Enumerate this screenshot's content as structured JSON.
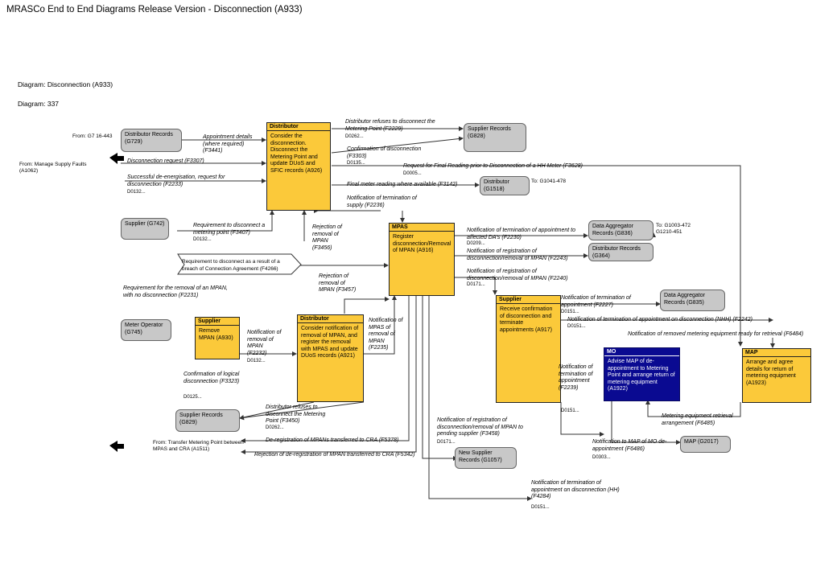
{
  "window_title": "MRASCo End to End Diagrams Release Version - Disconnection (A933)",
  "diagram_name": "Diagram: Disconnection (A933)",
  "diagram_number": "Diagram: 337",
  "process_boxes": {
    "distributor": {
      "role": "Distributor",
      "name": "Consider the disconnection. Disconnect the Metering Point and update DUoS and SFIC records (A926)"
    },
    "mpas": {
      "role": "MPAS",
      "name": "Register disconnection/Removal of MPAN (A916)"
    },
    "supplier_remove": {
      "role": "Supplier",
      "name": "Remove MPAN (A930)"
    },
    "distributor_notification": {
      "role": "Distributor",
      "name": "Consider notification of removal of MPAN, and register the removal with MPAS and update DUoS records (A921)"
    },
    "supplier_receive": {
      "role": "Supplier",
      "name": "Receive confirmation of disconnection and terminate appointments (A917)"
    },
    "mo": {
      "role": "MO",
      "name": "Advise MAP of de-appointment to Metering Point and arrange return of metering equipment (A1922)"
    },
    "map": {
      "role": "MAP",
      "name": "Arrange and agree details for return of metering equipment (A1923)"
    }
  },
  "external_boxes": {
    "distributor_records_g729": "Distributor Records (G729)",
    "supplier_records_g828": "Supplier Records (G828)",
    "distributor_g1518": "Distributor (G1518)",
    "supplier_g742": "Supplier (G742)",
    "data_aggregator_g836": "Data Aggregator Records (G836)",
    "distributor_records_g364": "Distributor Records (G364)",
    "data_aggregator_g835": "Data Aggregator Records (G835)",
    "meter_operator_g745": "Meter Operator (G745)",
    "supplier_records_g829": "Supplier Records (G829)",
    "new_supplier_g1057": "New Supplier Records (G1057)",
    "map_g2017": "MAP (G2017)"
  },
  "from_labels": {
    "from_g7": "From: G7 16-443",
    "from_supply_faults": "From: Manage Supply Faults (A1062)",
    "from_transfer": "From: Transfer Metering Point between MPAS and CRA (A1511)",
    "to_g1041": "To: G1041-478",
    "to_g1003": "To: G1003-472\nG1210-451"
  },
  "callout": "Requirement to disconnect as a result of a breach of Connection Agreement (F4266)",
  "flows": {
    "appointment_details": "Appointment details (where required) (F3441)",
    "disconnection_request": "Disconnection request (F3307)",
    "de_energisation": "Successful de-energisation, request for disconnection (F2233)",
    "de_energisation_code": "D0132...",
    "refuses_disconnect": "Distributor refuses to disconnect the Metering Point (F2229)",
    "refuses_disconnect_code": "D0262...",
    "confirmation_disconnection": "Confirmation of disconnection (F3303)",
    "confirmation_disconnection_code": "D0135...",
    "final_reading_request": "Request for Final Reading prior to Disconnection of a HH Meter (F3628)",
    "final_reading_request_code": "D0005...",
    "final_meter_reading": "Final meter reading where available (F3142)",
    "termination_supply": "Notification of termination of supply (F2236)",
    "requirement_disconnect": "Requirement to disconnect a metering point (F3407)",
    "requirement_disconnect_code": "D0132...",
    "rejection_removal_f3456": "Rejection of removal of MPAN (F3456)",
    "termination_da": "Notification of termination of appointment to affected DA's (F2230)",
    "termination_da_code": "D0209...",
    "registration_disconnection_f2243": "Notification of registration of disconnection/removal of MPAN (F2243)",
    "registration_disconnection_f2240": "Notification of registration of disconnection/removal of MPAN (F2240)",
    "registration_disconnection_f2240_code": "D0171...",
    "rejection_removal_f3457": "Rejection of removal of MPAN (F3457)",
    "requirement_removal": "Requirement for the removal of an MPAN, with no disconnection (F2231)",
    "termination_appointment_f2227": "Notification of termination of appointment (F2227)",
    "termination_appointment_f2227_code": "D0151...",
    "termination_nhh": "Notification of termination of appointment on disconnection (NHH) (F2242)",
    "termination_nhh_code": "D0151...",
    "notification_removal_f2232": "Notification of removal of MPAN (F2232)",
    "notification_removal_f2232_code": "D0132...",
    "notification_mpas_f2235": "Notification of MPAS of removal of MPAN (F2235)",
    "removed_metering_ready": "Notification of removed metering equipment ready for retrieval (F6484)",
    "confirmation_logical": "Confirmation of logical disconnection (F3323)",
    "confirmation_logical_code": "D0125...",
    "termination_f2239": "Notification of termination of appointment (F2239)",
    "termination_f2239_code": "D0151...",
    "refuses_disconnect_f3450": "Distributor refuses to disconnect the Metering Point (F3450)",
    "refuses_disconnect_f3450_code": "D0262...",
    "retrieval_arrangement": "Metering equipment retrieval arrangement (F6485)",
    "registration_pending": "Notification of registration of disconnection/removal of MPAN to pending supplier (F3458)",
    "registration_pending_code": "D0171...",
    "de_registration_cra": "De-registration of MPANs transferred to CRA (F5378)",
    "rejection_de_registration": "Rejection of de-registration of MPAN transferred to CRA (F5342)",
    "mo_deappointment": "Notification to MAP of MO de-appointment (F6486)",
    "mo_deappointment_code": "D0303...",
    "termination_hh": "Notification of termination of appointment on disconnection (HH) (F4284)",
    "termination_hh_code": "D0151..."
  },
  "colors": {
    "process_fill": "#fbc93a",
    "mo_fill": "#0a0a91",
    "external_fill": "#c8c8c8",
    "line": "#333333"
  }
}
